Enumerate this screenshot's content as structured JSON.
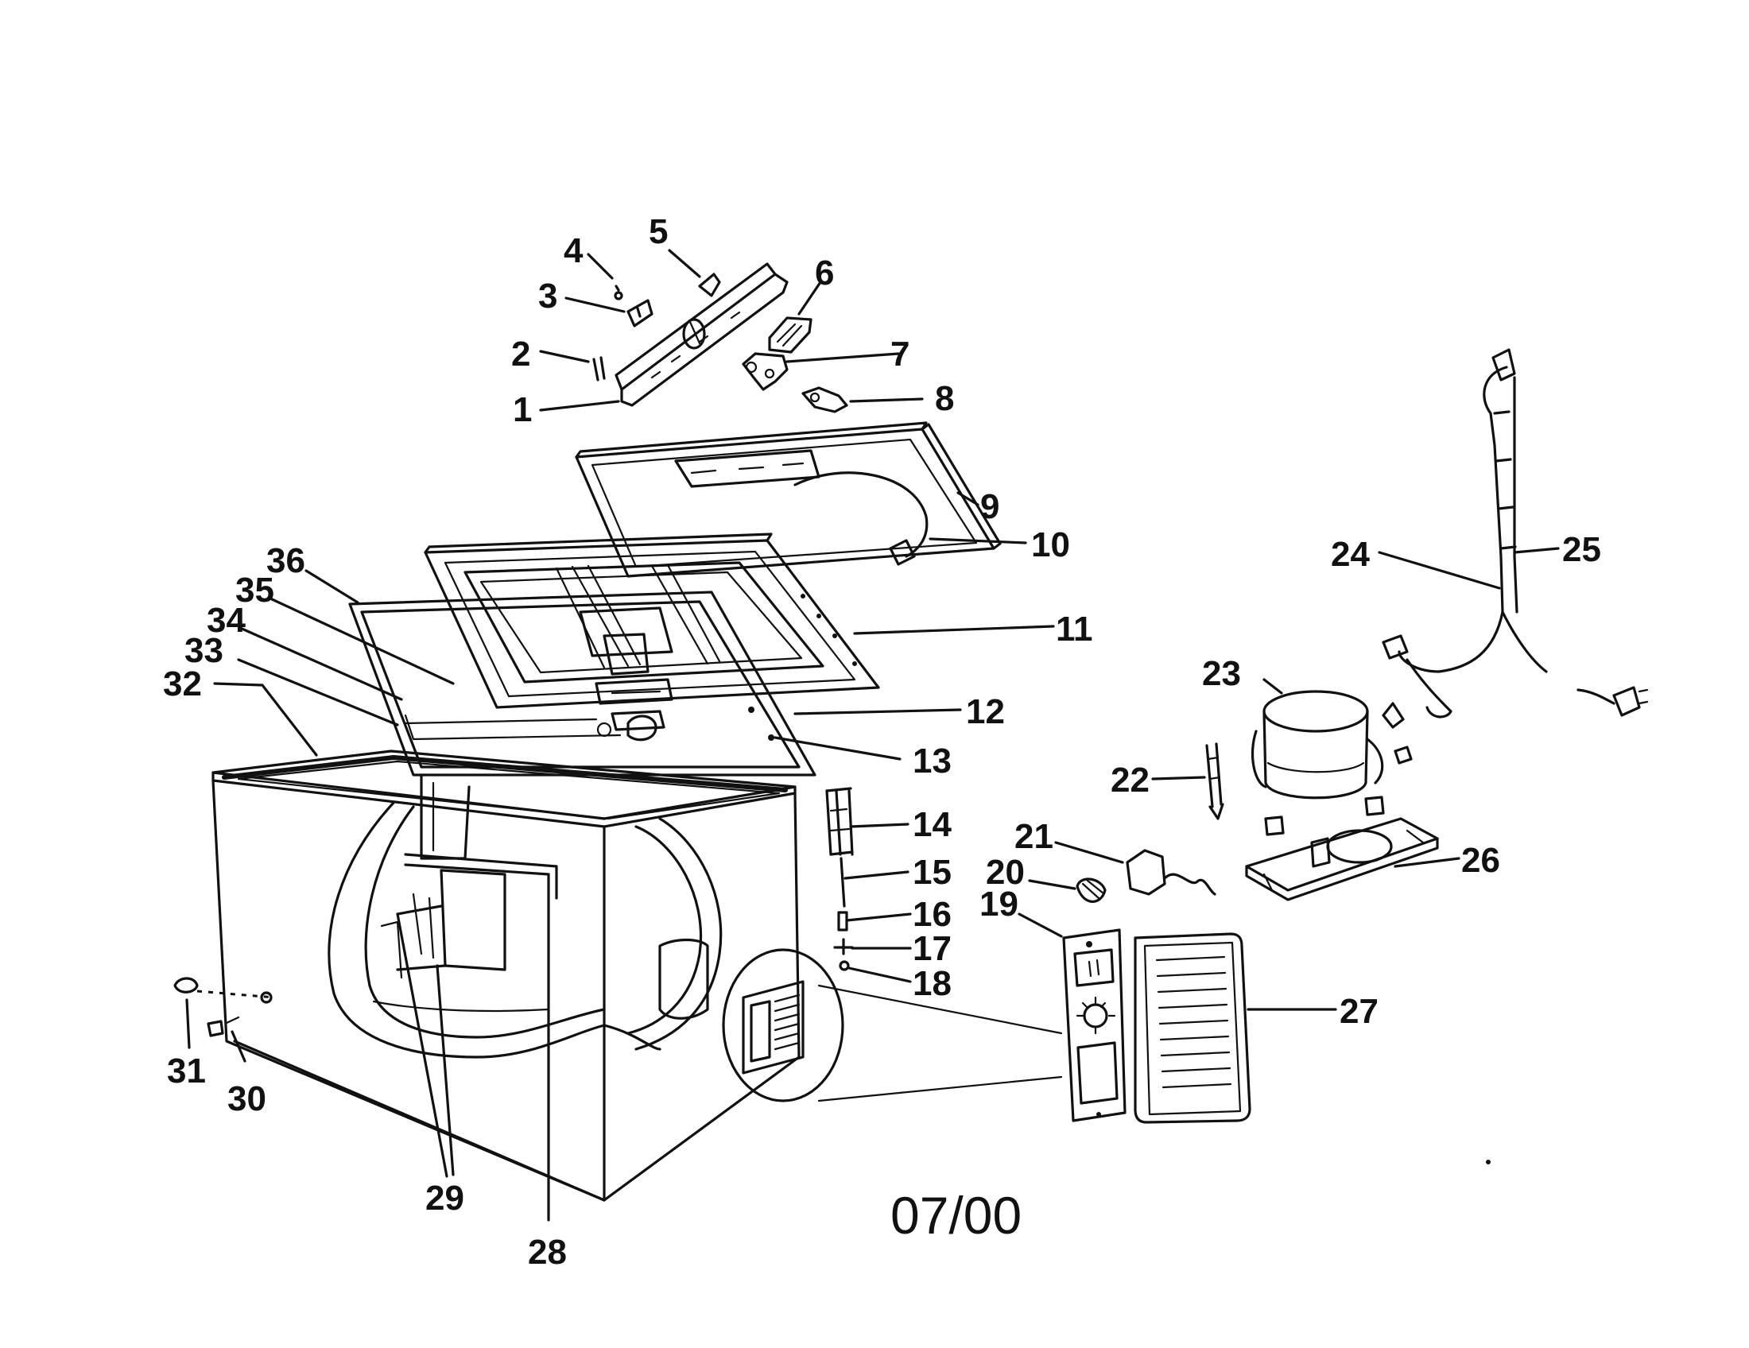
{
  "diagram": {
    "date_code": "07/00",
    "parts": [
      {
        "number": "1"
      },
      {
        "number": "2"
      },
      {
        "number": "3"
      },
      {
        "number": "4"
      },
      {
        "number": "5"
      },
      {
        "number": "6"
      },
      {
        "number": "7"
      },
      {
        "number": "8"
      },
      {
        "number": "9"
      },
      {
        "number": "10"
      },
      {
        "number": "11"
      },
      {
        "number": "12"
      },
      {
        "number": "13"
      },
      {
        "number": "14"
      },
      {
        "number": "15"
      },
      {
        "number": "16"
      },
      {
        "number": "17"
      },
      {
        "number": "18"
      },
      {
        "number": "19"
      },
      {
        "number": "20"
      },
      {
        "number": "21"
      },
      {
        "number": "22"
      },
      {
        "number": "23"
      },
      {
        "number": "24"
      },
      {
        "number": "25"
      },
      {
        "number": "26"
      },
      {
        "number": "27"
      },
      {
        "number": "28"
      },
      {
        "number": "29"
      },
      {
        "number": "30"
      },
      {
        "number": "31"
      },
      {
        "number": "32"
      },
      {
        "number": "33"
      },
      {
        "number": "34"
      },
      {
        "number": "35"
      },
      {
        "number": "36"
      }
    ]
  }
}
